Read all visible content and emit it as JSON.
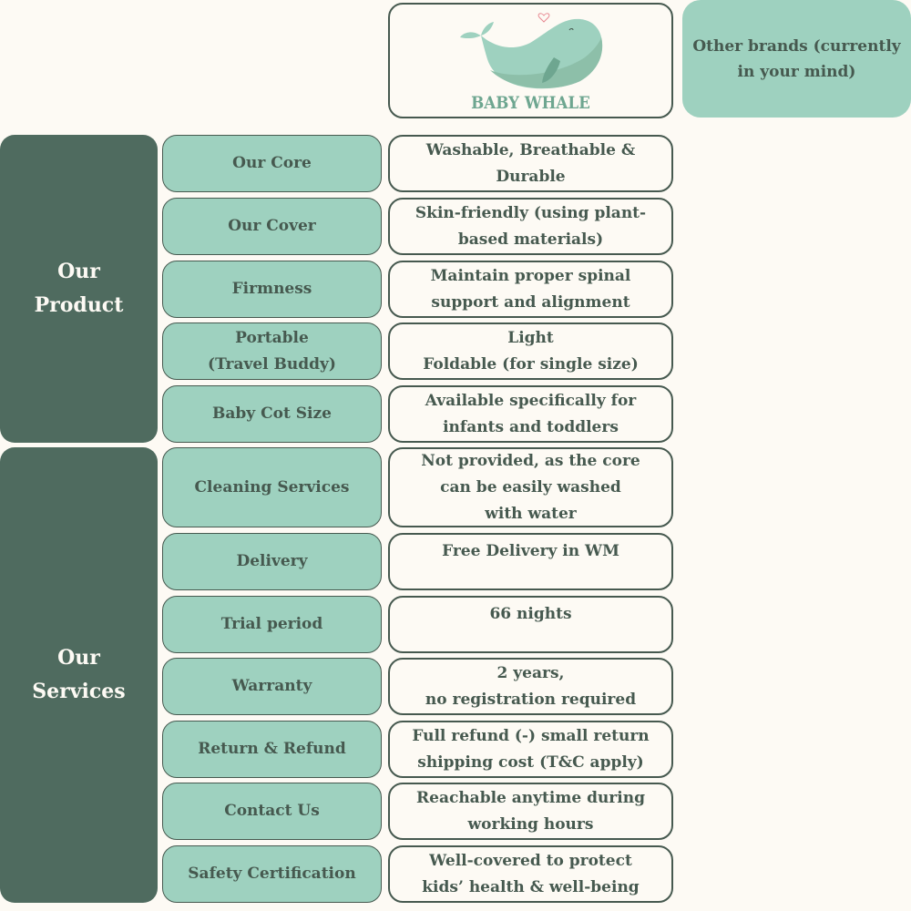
{
  "header": {
    "brand_name": "BABY WHALE",
    "logo_icon": "whale-logo-icon",
    "other_brands_label": "Other brands (currently\nin your mind)"
  },
  "colors": {
    "background": "#fdfaf4",
    "dark_green": "#4f6b5f",
    "mint": "#9ed1bf",
    "text": "#46594f",
    "heart": "#e88a93"
  },
  "groups": [
    {
      "title": "Our\nProduct",
      "rows": [
        {
          "label": "Our Core",
          "value": "Washable, Breathable &\nDurable"
        },
        {
          "label": "Our Cover",
          "value": "Skin-friendly (using plant-\nbased materials)"
        },
        {
          "label": "Firmness",
          "value": "Maintain proper spinal\nsupport and alignment"
        },
        {
          "label": "Portable\n(Travel Buddy)",
          "value": "Light\nFoldable (for single size)"
        },
        {
          "label": "Baby Cot Size",
          "value": "Available specifically for\ninfants and toddlers"
        }
      ]
    },
    {
      "title": "Our\nServices",
      "rows": [
        {
          "label": "Cleaning Services",
          "value": "Not provided, as the core\ncan be easily washed\nwith water"
        },
        {
          "label": "Delivery",
          "value": "Free Delivery in WM"
        },
        {
          "label": "Trial period",
          "value": "66 nights"
        },
        {
          "label": "Warranty",
          "value": "2 years,\nno registration required"
        },
        {
          "label": "Return & Refund",
          "value": "Full refund (-) small return\nshipping cost (T&C apply)"
        },
        {
          "label": "Contact Us",
          "value": "Reachable anytime during\nworking hours"
        },
        {
          "label": "Safety Certification",
          "value": "Well-covered to protect\nkids’ health & well-being"
        }
      ]
    }
  ]
}
